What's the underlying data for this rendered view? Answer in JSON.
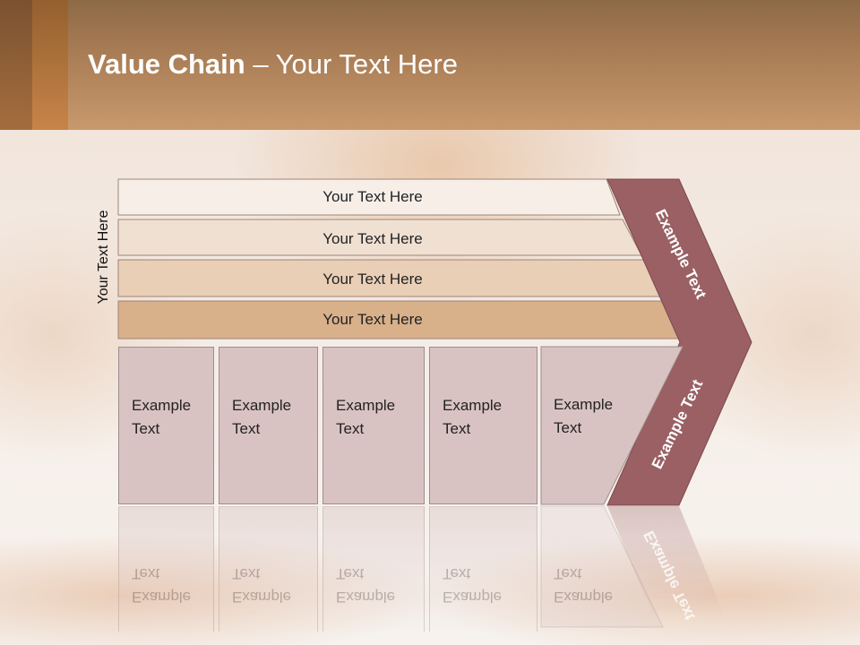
{
  "title": {
    "bold": "Value Chain",
    "rest": " – Your Text Here"
  },
  "side_label": "Your Text Here",
  "bars": [
    {
      "label": "Your Text Here",
      "color": "#f7eee8"
    },
    {
      "label": "Your Text Here",
      "color": "#f0e0d2"
    },
    {
      "label": "Your Text Here",
      "color": "#e9cfb6"
    },
    {
      "label": "Your Text Here",
      "color": "#d8b08a"
    }
  ],
  "chevron": {
    "top_label": "Example Text",
    "bottom_label": "Example Text",
    "color": "#9a6064"
  },
  "columns": [
    {
      "line1": "Example",
      "line2": "Text"
    },
    {
      "line1": "Example",
      "line2": "Text"
    },
    {
      "line1": "Example",
      "line2": "Text"
    },
    {
      "line1": "Example",
      "line2": "Text"
    },
    {
      "line1": "Example",
      "line2": "Text"
    }
  ],
  "colors": {
    "header": "#b8875c",
    "column_fill": "#d9c3c2"
  }
}
